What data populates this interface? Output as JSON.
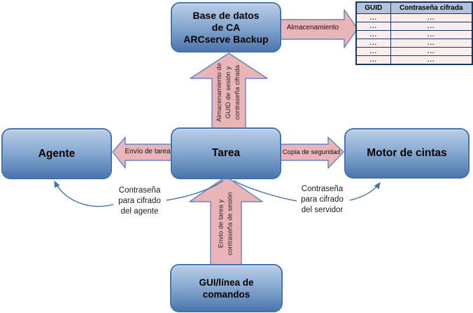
{
  "diagram": {
    "boxes": {
      "database": "Base de datos\nde CA\nARCserve Backup",
      "agent": "Agente",
      "job": "Tarea",
      "tape_engine": "Motor de cintas",
      "gui": "GUI/línea de\ncomandos"
    },
    "arrows": {
      "storage": "Almacenamiento",
      "store_guid": "Almacenamiento de\nGUID de sesión y\ncontraseña cifrada",
      "send_job": "Envío de tarea",
      "backup": "Copia de seguridad",
      "send_session": "Envío de tarea y\ncontraseña de sesión"
    },
    "annotations": {
      "agent_password": "Contraseña\npara cifrado\ndel agente",
      "server_password": "Contraseña\npara cifrado\ndel servidor"
    },
    "table": {
      "headers": [
        "GUID",
        "Contraseña cifrada"
      ],
      "rows": [
        [
          "...",
          "..."
        ],
        [
          "...",
          "..."
        ],
        [
          "...",
          "..."
        ],
        [
          "...",
          "..."
        ],
        [
          "...",
          "..."
        ],
        [
          "...",
          "..."
        ]
      ]
    },
    "colors": {
      "box_gradient_top": "#b9cee7",
      "box_gradient_bottom": "#4b76ad",
      "box_border": "#4273ae",
      "arrow_fill": "#e9b5b9",
      "arrow_border": "#6383bf",
      "connector": "#4472a4",
      "table_border": "#17375e",
      "table_header_bg": "#b5c3da",
      "table_row_bg": "#f9edee"
    }
  }
}
